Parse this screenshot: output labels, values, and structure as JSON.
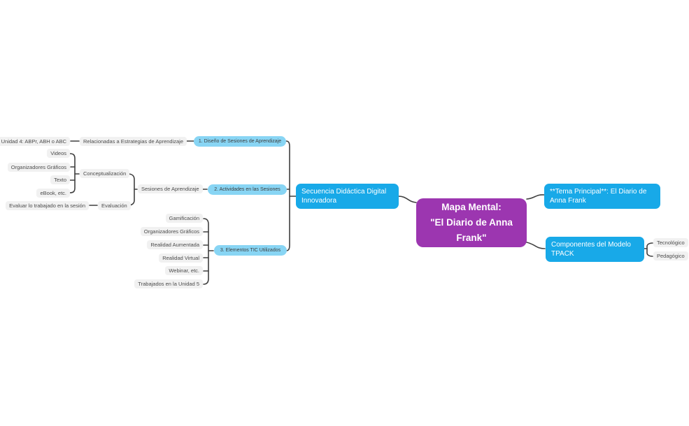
{
  "colors": {
    "canvas-bg": "#ffffff",
    "central-bg": "#9c36b0",
    "primary-bg": "#18a9e8",
    "pill-bg": "#88d5f4",
    "leaf-bg": "#f1f1f1",
    "line": "#3f3f3f",
    "text-light": "#ffffff",
    "text-dark": "#3d3d3d"
  },
  "map": {
    "root": {
      "label": "Mapa Mental:\n\"El Diario de Anna Frank\""
    },
    "branches": {
      "secuencia": {
        "label": "Secuencia Didáctica Digital Innovadora",
        "children": [
          {
            "label": "1. Diseño de Sesiones de Aprendizaje",
            "children": [
              {
                "label": "Relacionadas a Estrategias de Aprendizaje",
                "children": [
                  {
                    "label": "Unidad 4: ABPr, ABH o ABC"
                  }
                ]
              }
            ]
          },
          {
            "label": "2. Actividades en las Sesiones",
            "children": [
              {
                "label": "Sesiones de Aprendizaje",
                "children": [
                  {
                    "label": "Conceptualización",
                    "children": [
                      {
                        "label": "Videos"
                      },
                      {
                        "label": "Organizadores Gráficos"
                      },
                      {
                        "label": "Texto"
                      },
                      {
                        "label": "eBook, etc."
                      }
                    ]
                  },
                  {
                    "label": "Evaluación",
                    "children": [
                      {
                        "label": "Evaluar lo trabajado en la sesión"
                      }
                    ]
                  }
                ]
              }
            ]
          },
          {
            "label": "3. Elementos TIC Utilizados",
            "children": [
              {
                "label": "Gamificación"
              },
              {
                "label": "Organizadores Gráficos"
              },
              {
                "label": "Realidad Aumentada"
              },
              {
                "label": "Realidad Virtual"
              },
              {
                "label": "Webinar, etc."
              },
              {
                "label": "Trabajados en la Unidad 5"
              }
            ]
          }
        ]
      },
      "tema": {
        "label": "**Tema Principal**: El Diario de Anna Frank"
      },
      "tpack": {
        "label": "Componentes del Modelo TPACK",
        "children": [
          {
            "label": "Tecnológico"
          },
          {
            "label": "Pedagógico"
          }
        ]
      }
    }
  }
}
